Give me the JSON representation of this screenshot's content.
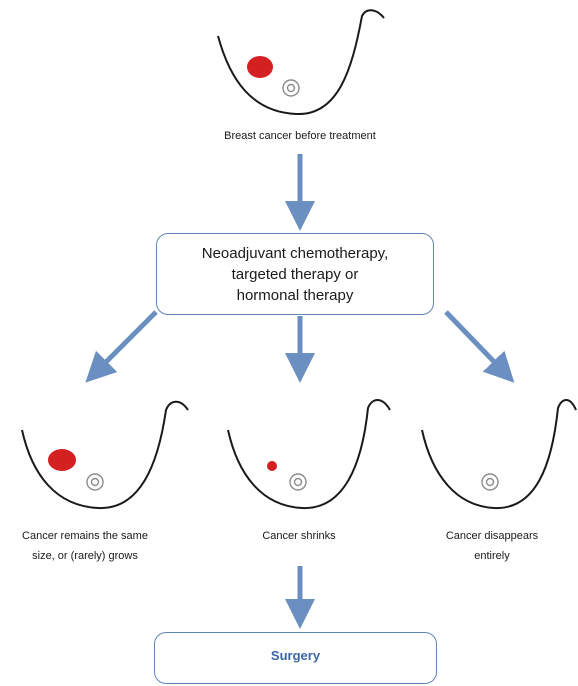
{
  "top": {
    "caption": "Breast cancer before treatment"
  },
  "therapy_box": {
    "lines": [
      "Neoadjuvant chemotherapy,",
      "targeted therapy or",
      "hormonal therapy"
    ]
  },
  "outcomes": [
    {
      "lines": [
        "Cancer remains the same",
        "size, or (rarely) grows"
      ]
    },
    {
      "lines": [
        "Cancer shrinks"
      ]
    },
    {
      "lines": [
        "Cancer disappears",
        "entirely"
      ]
    }
  ],
  "surgery_box": {
    "label": "Surgery"
  },
  "colors": {
    "arrow": "#6a8fc0",
    "tumor": "#d42020",
    "box_border": "#5f86b8",
    "surgery_text": "#3a67a6"
  }
}
